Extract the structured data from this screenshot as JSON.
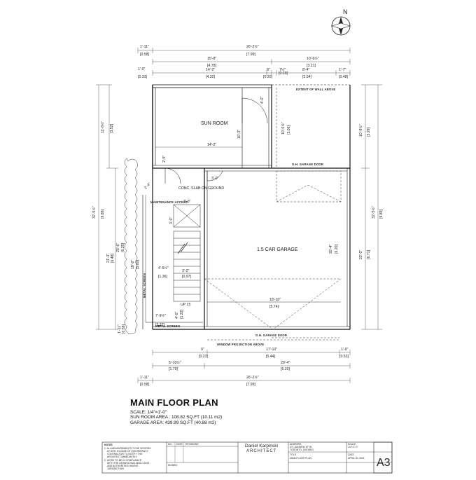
{
  "title": "MAIN FLOOR PLAN",
  "scale": "SCALE: 1/4\"=1'-0\"",
  "sunroom_area": "SUN ROOM AREA : 108.82 SQ.FT (10.11 m2)",
  "garage_area": "GARAGE AREA: 439.99 SQ.FT (40.88 m2)",
  "rooms": {
    "sunroom": "SUN ROOM",
    "garage": "1.5 CAR GARAGE"
  },
  "labels": {
    "extent_wall": "EXTENT OF WALL ABOVE",
    "oh_door_top": "O.H. GARAGE DOOR",
    "oh_door_bottom": "O.H. GARAGE DOOR",
    "window_projection": "WINDOW PROJECTION ABOVE",
    "conc_slab": "CONC. SLAB ON GROUND",
    "maintenance": "MAINTENANCE ACCESS",
    "metal_screen_v": "METAL SCREEN",
    "metal_screen_h": "METAL SCREEN",
    "up": "UP 15",
    "north": "N"
  },
  "dims": {
    "top_1": "1'-11\"",
    "top_1m": "[0.58]",
    "top_2": "26'-2½\"",
    "top_2m": "[7.99]",
    "top_3": "15'-8\"",
    "top_3m": "[4.78]",
    "top_4": "10'-6½\"",
    "top_4m": "[3.21]",
    "top_5": "14'-2\"",
    "top_5m": "[4.32]",
    "top_6": "8\"",
    "top_6m": "[0.20]",
    "top_7": "7½\"",
    "top_7m": "[0.19]",
    "top_8": "8'-4\"",
    "top_8m": "[2.54]",
    "top_9": "1'-7\"",
    "top_9m": "[0.48]",
    "top_10": "1'-0\"",
    "top_11": "[0.33]",
    "left_1": "11'-6½\"",
    "left_1m": "[3.52]",
    "left_2": "32'-5½\"",
    "left_2m": "[9.89]",
    "left_3": "21'-3\"",
    "left_3m": "[6.48]",
    "left_4": "20'-6\"",
    "left_4m": "[6.25]",
    "left_5": "18'-2\"",
    "left_5m": "[5.60]",
    "left_6": "1'-11\"",
    "left_6m": "[0.58]",
    "right_1": "10'-9½\"",
    "right_1m": "[3.29]",
    "right_2": "32'-5½\"",
    "right_2m": "[9.89]",
    "right_3": "22'-0\"",
    "right_3m": "[6.71]",
    "in_1": "10'-0½\"",
    "in_1m": "[3.06]",
    "in_2": "4'-0\"",
    "in_3": "10'-3\"",
    "in_4": "14'-2\"",
    "in_5": "2'-5\"",
    "in_6": "3'-0\"",
    "in_7": "2'-4\"",
    "in_8": "3'-0\"",
    "in_9": "3'-0\"",
    "in_10": "4'-5½\"",
    "in_10m": "[1.36]",
    "in_11": "3'-2\"",
    "in_11m": "[0.97]",
    "in_12": "20'-4\"",
    "in_12m": "[6.20]",
    "in_13": "18'-10\"",
    "in_13m": "[5.74]",
    "in_14": "7'-9½\"",
    "in_14m": "[2.37]",
    "in_15": "4'-0\"",
    "in_15m": "[1.22]",
    "bot_1": "9\"",
    "bot_1m": "[0.23]",
    "bot_2": "17'-10\"",
    "bot_2m": "[5.44]",
    "bot_3": "1'-9\"",
    "bot_3m": "[0.53]",
    "bot_4": "5'-10½\"",
    "bot_4m": "[1.79]",
    "bot_5": "20'-4\"",
    "bot_5m": "[6.20]",
    "bot_6": "1'-11\"",
    "bot_6m": "[0.58]",
    "bot_7": "26'-2½\"",
    "bot_7m": "[7.99]"
  },
  "title_block": {
    "notes_head": "NOTES",
    "note_1": "1. ALL MEASUREMENTS TO BE VERIFIED",
    "note_1b": "AT SITE. IN CASE OF DISCREPANCY",
    "note_1c": "CONTRACTOR TO NOTIFY THE",
    "note_1d": "ARCHITECT IMMEDIATELY.",
    "note_2": "2. WORK TO BE IN COMPLIANCE",
    "note_2b": "WITH THE ONTARIO BUILDING CODE",
    "note_2c": "AND AUTHORITIES HAVING",
    "note_2d": "JURISDICTION.",
    "rev_no": "NO.",
    "rev_date": "DATE",
    "rev_desc": "REVISIONS",
    "signed": "SIGNED:",
    "firm_1": "Daniel Karpinski",
    "firm_2": "ARCHITECT",
    "address_head": "ADDRESS",
    "address_1": "371 SUNDEW ST W.",
    "address_2": "TORONTO, ONTARIO",
    "scale_head": "SCALE",
    "scale_val": "1/4\"=1'-0\"",
    "title_head": "TITLE",
    "title_val": "MAIN FLOOR PLAN",
    "date_head": "DATE",
    "date_val": "APRIL 20, 2021",
    "sheet": "A3"
  }
}
